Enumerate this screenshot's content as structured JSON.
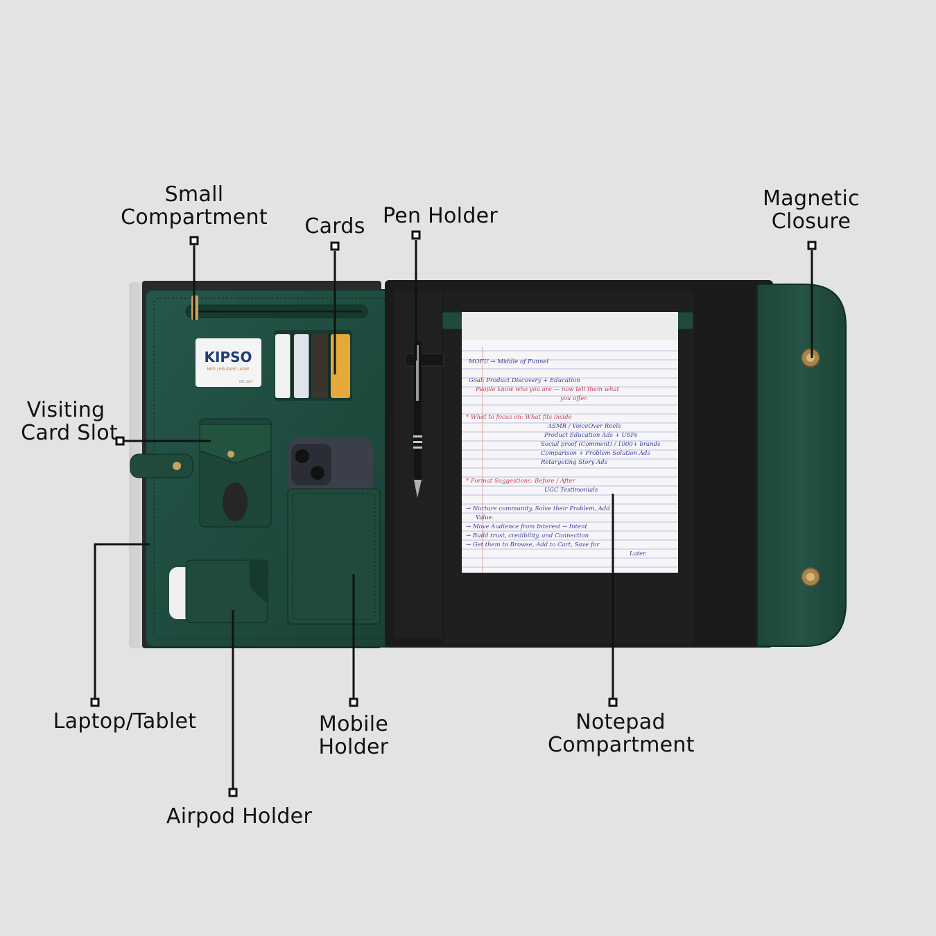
{
  "labels": {
    "small_compartment": [
      "Small",
      "Compartment"
    ],
    "cards": "Cards",
    "pen_holder": "Pen Holder",
    "magnetic_closure": [
      "Magnetic",
      "Closure"
    ],
    "visiting_card_slot": [
      "Visiting",
      "Card Slot"
    ],
    "laptop_tablet": "Laptop/Tablet",
    "mobile_holder": [
      "Mobile",
      "Holder"
    ],
    "notepad_compartment": [
      "Notepad",
      "Compartment"
    ],
    "airpod_holder": "Airpod Holder"
  },
  "product": {
    "card_brand": "KIPSO",
    "card_tagline": "MICE | HOLIDAYS | ADVE",
    "card_est": "EST. 2017"
  },
  "notepad": {
    "lines": [
      "MOFU → Middle of Funnel",
      "Goal: Product Discovery + Education",
      "People know who you are — now tell them what",
      "you offer.",
      "* What to focus on: What fits inside",
      "ASMR / VoiceOver Reels",
      "Product Education Ads + USPs",
      "Social proof (Comment) / 1000+ brands",
      "Comparison + Problem Solution Ads",
      "Retargeting Story Ads",
      "* Format Suggestions: Before / After",
      "UGC Testimonials",
      "→ Nurture community, Solve their Problem, Add",
      "Value.",
      "→ Move Audience from Interest → Intent",
      "→ Build trust, credibility, and Connection",
      "→ Get them to Browse, Add to Cart, Save for",
      "Later."
    ]
  },
  "colors": {
    "background": "#e3e3e3",
    "leather_green": "#1f4a3c",
    "lining_black": "#1b1b1b",
    "label_text": "#111111"
  }
}
